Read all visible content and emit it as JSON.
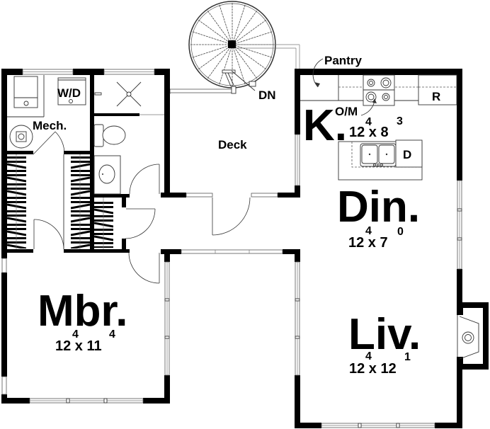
{
  "floor_plan": {
    "labels": {
      "pantry": "Pantry",
      "stairs_down": "DN",
      "washer_dryer": "W/D",
      "mechanical": "Mech.",
      "deck": "Deck",
      "oven_microwave": "O/M",
      "refrigerator": "R",
      "dishwasher": "D"
    },
    "rooms": {
      "kitchen": {
        "name": "K.",
        "dims": "12 x 8",
        "sup_width": "4",
        "sup_length": "3"
      },
      "dining": {
        "name": "Din.",
        "dims": "12 x 7",
        "sup_width": "4",
        "sup_length": "0"
      },
      "master_bed": {
        "name": "Mbr.",
        "dims": "12 x 11",
        "sup_width": "4",
        "sup_length": "4"
      },
      "living": {
        "name": "Liv.",
        "dims": "12 x 12",
        "sup_width": "4",
        "sup_length": "1"
      }
    },
    "colors": {
      "wall": "#000000",
      "window": "#555555",
      "background": "#ffffff"
    }
  }
}
